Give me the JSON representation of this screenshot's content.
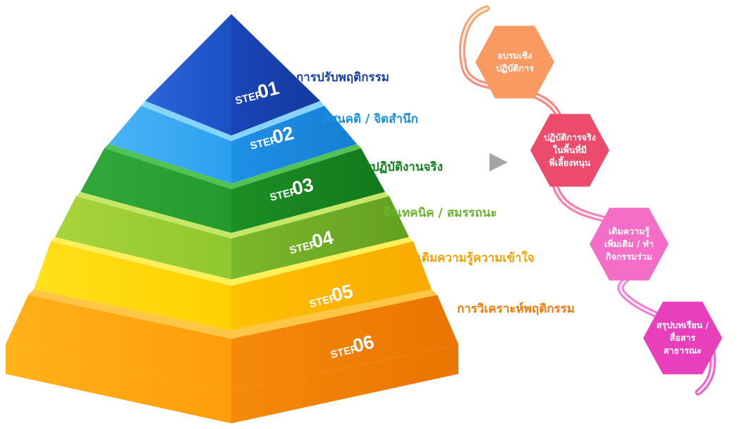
{
  "pyramid": {
    "steps": [
      {
        "badge_prefix": "STEP",
        "badge_num": "01",
        "label": "การปรับพฤติกรรม",
        "label_color": "#1a3fa6"
      },
      {
        "badge_prefix": "STEP",
        "badge_num": "02",
        "label": "ทัศนคติ / จิตสำนึก",
        "label_color": "#1a8fe0"
      },
      {
        "badge_prefix": "STEP",
        "badge_num": "03",
        "label": "การปฏิบัติงานจริง",
        "label_color": "#12801f"
      },
      {
        "badge_prefix": "STEP",
        "badge_num": "04",
        "label": "ฝึกเทคนิค / สมรรถนะ",
        "label_color": "#6ab42c"
      },
      {
        "badge_prefix": "STEP",
        "badge_num": "05",
        "label": "เติมความรู้ความเข้าใจ",
        "label_color": "#f2a100"
      },
      {
        "badge_prefix": "STEP",
        "badge_num": "06",
        "label": "การวิเคราะห์พฤติกรรม",
        "label_color": "#f27a0a"
      }
    ]
  },
  "process": {
    "arrow_icon": "play-triangle-icon",
    "stages": [
      {
        "lines": [
          "อบรมเชิง",
          "ปฏิบัติการ"
        ],
        "color": "#f99a63"
      },
      {
        "lines": [
          "ปฏิบัติการจริง",
          "ในพื้นที่มี",
          "พี่เลี้ยงหนุน"
        ],
        "color": "#ec4b6c"
      },
      {
        "lines": [
          "เติมความรู้",
          "เพิ่มเติม / ทำ",
          "กิจกรรมร่วม"
        ],
        "color": "#f46dc6"
      },
      {
        "lines": [
          "สรุปบทเรียน /",
          "สื่อสาร",
          "สาธารณะ"
        ],
        "color": "#e83fbc"
      }
    ]
  }
}
